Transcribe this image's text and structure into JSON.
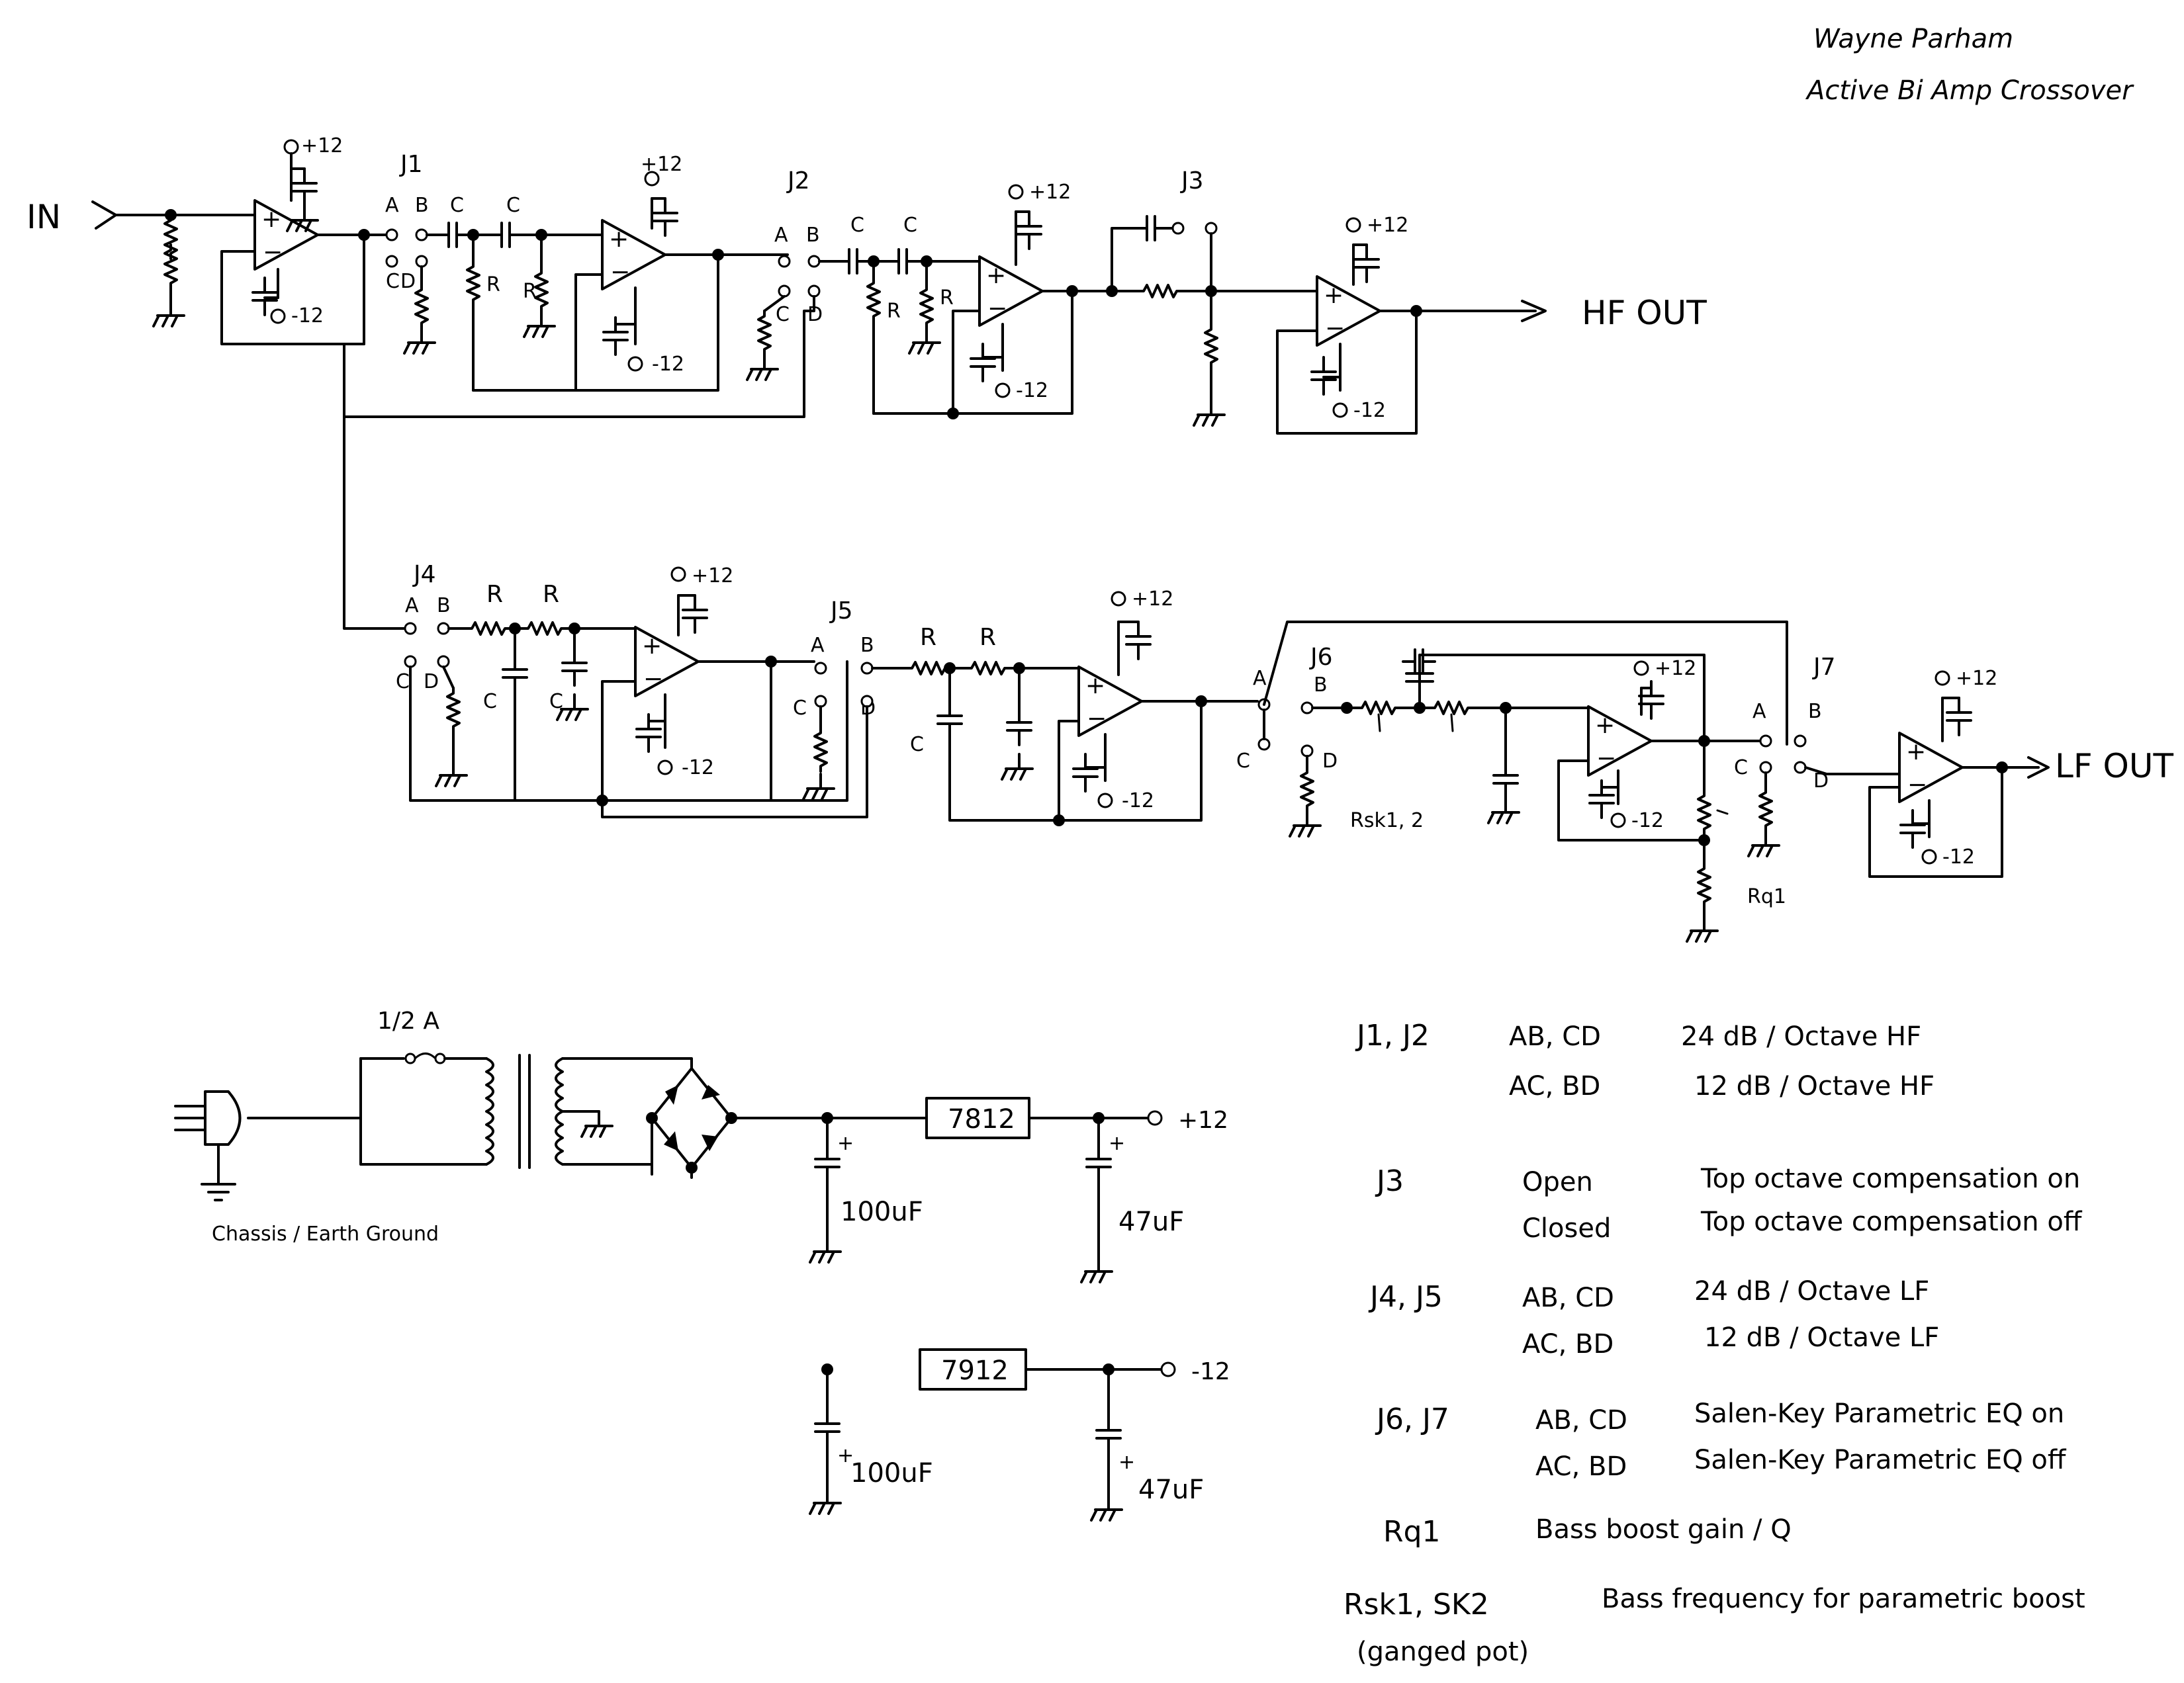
{
  "title": {
    "line1": "Wayne Parham",
    "line2": "Active Bi Amp Crossover"
  },
  "labels": {
    "input": "IN",
    "hf_out": "HF OUT",
    "lf_out": "LF OUT",
    "j1": "J1",
    "j2": "J2",
    "j3": "J3",
    "j4": "J4",
    "j5": "J5",
    "j6": "J6",
    "j7": "J7",
    "pin_a": "A",
    "pin_b": "B",
    "pin_c": "C",
    "pin_d": "D",
    "cap": "C",
    "res": "R",
    "vpos": "+12",
    "vneg": "-12",
    "rsk": "Rsk1, 2",
    "rq1": "Rq1",
    "fuse": "1/2 A",
    "ground": "Chassis / Earth Ground",
    "reg_pos": "7812",
    "reg_neg": "7912",
    "cap100": "100uF",
    "cap47": "47uF",
    "out_pos": "+12",
    "out_neg": "-12"
  },
  "legend": [
    {
      "key": "J1, J2",
      "opts": [
        "AB, CD",
        "AC, BD"
      ],
      "descs": [
        "24 dB / Octave HF",
        "12 dB / Octave HF"
      ]
    },
    {
      "key": "J3",
      "opts": [
        "Open",
        "Closed"
      ],
      "descs": [
        "Top octave compensation on",
        "Top octave compensation off"
      ]
    },
    {
      "key": "J4, J5",
      "opts": [
        "AB, CD",
        "AC, BD"
      ],
      "descs": [
        "24 dB / Octave LF",
        "12 dB / Octave LF"
      ]
    },
    {
      "key": "J6, J7",
      "opts": [
        "AB, CD",
        "AC, BD"
      ],
      "descs": [
        "Salen-Key Parametric EQ on",
        "Salen-Key Parametric EQ off"
      ]
    },
    {
      "key": "Rq1",
      "opts": [],
      "descs": [
        "Bass boost gain / Q"
      ]
    },
    {
      "key": "Rsk1, SK2",
      "opts": [],
      "descs": [
        "Bass frequency for parametric boost",
        "(ganged pot)"
      ]
    }
  ]
}
